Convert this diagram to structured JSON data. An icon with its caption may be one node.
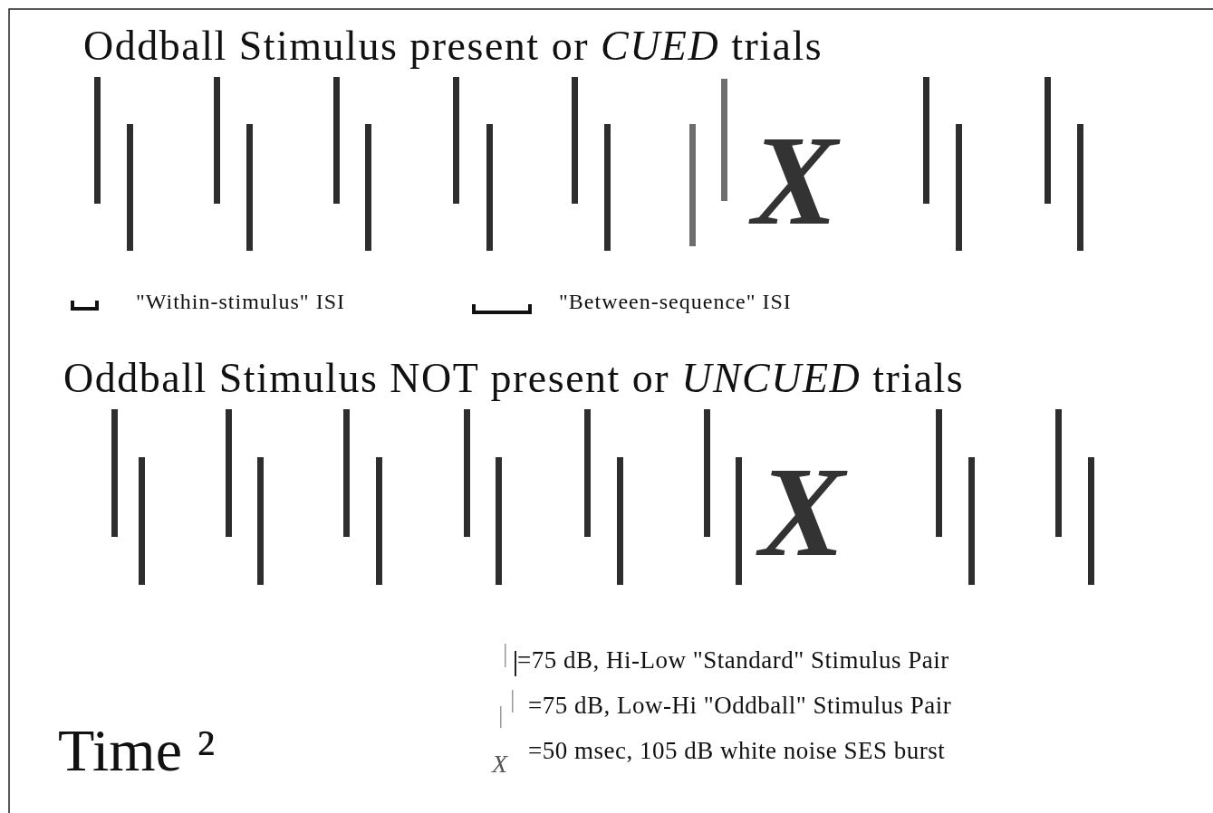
{
  "diagram": {
    "labels": [
      "Oddball Stimulus present or *CUED* trials",
      "X",
      "Oddball Stimulus NOT present or *UNCUED* trials",
      "X",
      "X",
      "Time ²"
    ],
    "legend": [
      {
        "text": "\"Within-stimulus\" ISI"
      },
      {
        "text": "\"Between-sequence\" ISI"
      },
      {
        "text": "=75 dB, Hi-Low \"Standard\" Stimulus Pair"
      },
      {
        "text": "=75 dB, Low-Hi \"Oddball\" Stimulus Pair"
      },
      {
        "text": "=50 msec, 105 dB white noise SES burst"
      }
    ]
  }
}
